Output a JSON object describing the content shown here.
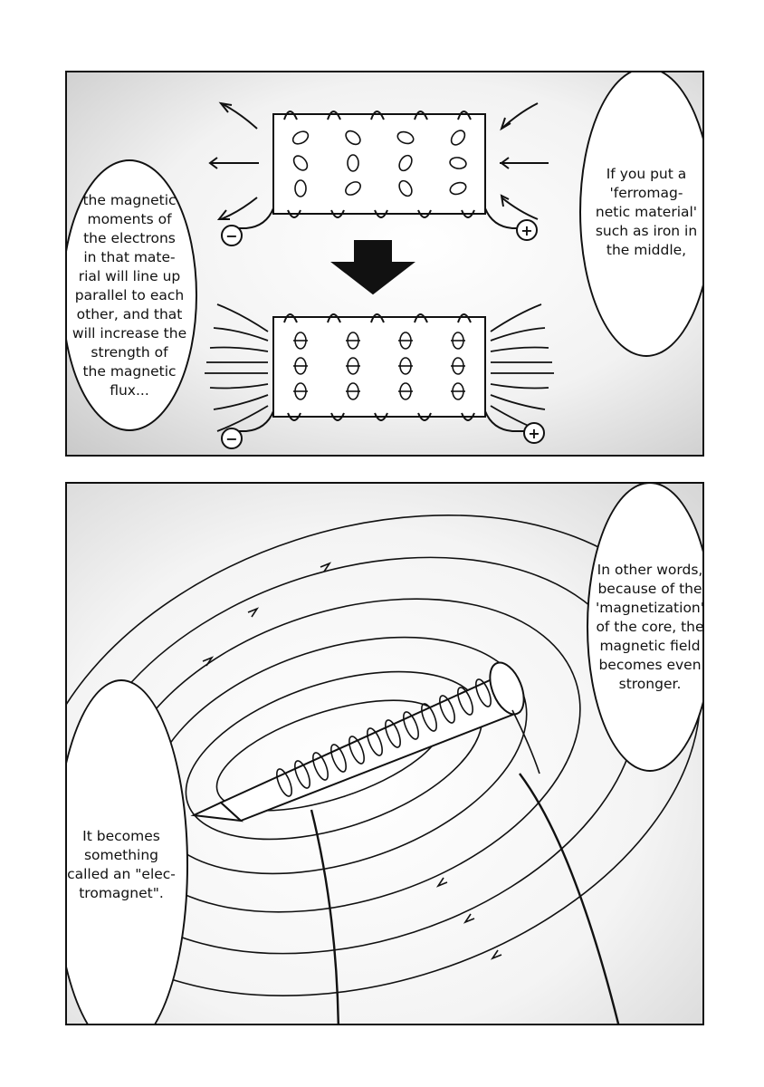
{
  "panels": {
    "top": {
      "bubble_left": "the magnetic\nmoments of\nthe electrons\nin that mate-\nrial will line up\nparallel to each\nother, and that\nwill increase the\nstrength of\nthe magnetic\nflux...",
      "bubble_right": "If you put a\n'ferromag-\nnetic material'\nsuch as iron in\nthe middle,",
      "minus_symbol": "−",
      "plus_symbol": "+"
    },
    "bottom": {
      "bubble_right": "In other words,\nbecause of the\n'magnetization'\nof the core, the\nmagnetic field\nbecomes even\nstronger.",
      "bubble_left": "It becomes\nsomething\ncalled an \"elec-\ntromagnet\"."
    }
  },
  "colors": {
    "ink": "#111111",
    "paper": "#ffffff",
    "screentone": "#c9c9c9"
  },
  "icons": [
    "down-arrow-icon",
    "minus-terminal-icon",
    "plus-terminal-icon",
    "electron-spin-icon"
  ]
}
